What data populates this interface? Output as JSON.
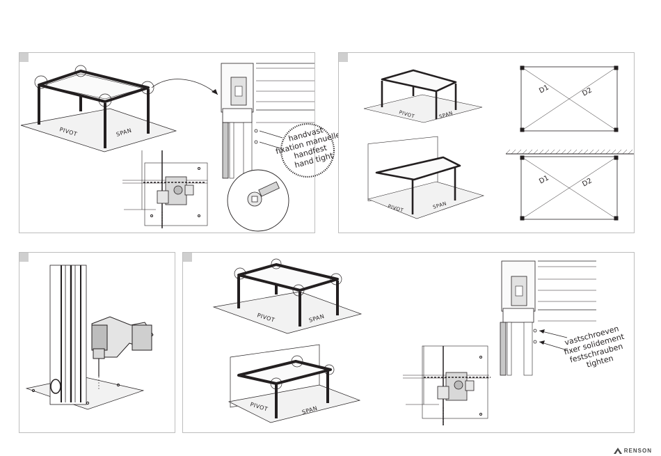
{
  "labels": {
    "pivot": "PIVOT",
    "span": "SPAN",
    "d1": "D1",
    "d2": "D2"
  },
  "callouts": {
    "hand_tight": [
      "handvast",
      "fixation manuelle",
      "handfest",
      "hand tight"
    ],
    "tighten": [
      "vastschroeven",
      "fixer solidement",
      "festschrauben",
      "tighten"
    ]
  },
  "brand": {
    "name": "RENSON"
  },
  "colors": {
    "ink": "#231f20",
    "panel_border": "#bdbdbd",
    "badge": "#cfcfcf",
    "ground": "#f2f2f2"
  }
}
